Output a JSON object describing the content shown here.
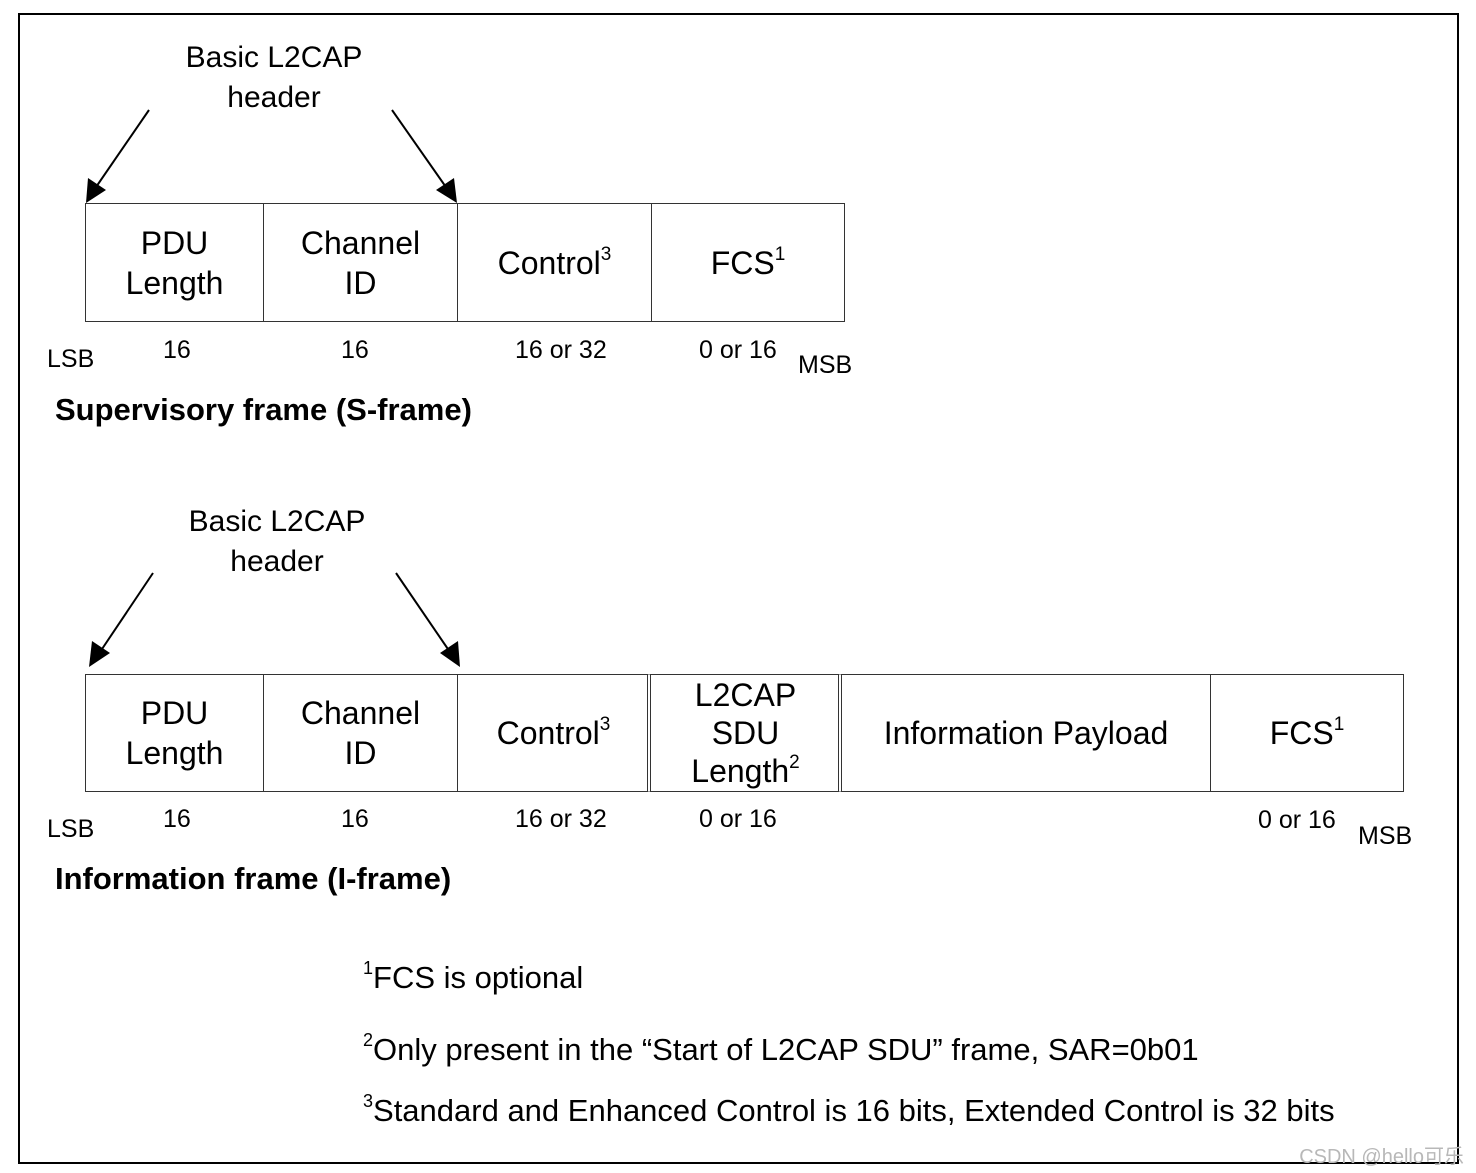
{
  "s_frame": {
    "header_label_line1": "Basic L2CAP",
    "header_label_line2": "header",
    "fields": [
      {
        "line1": "PDU",
        "line2": "Length",
        "sup": "",
        "bits": "16"
      },
      {
        "line1": "Channel",
        "line2": "ID",
        "sup": "",
        "bits": "16"
      },
      {
        "line1": "Control",
        "line2": "",
        "sup": "3",
        "bits": "16 or 32"
      },
      {
        "line1": "FCS",
        "line2": "",
        "sup": "1",
        "bits": "0 or 16"
      }
    ],
    "lsb": "LSB",
    "msb": "MSB",
    "title": "Supervisory frame (S-frame)"
  },
  "i_frame": {
    "header_label_line1": "Basic L2CAP",
    "header_label_line2": "header",
    "fields": [
      {
        "line1": "PDU",
        "line2": "Length",
        "line3": "",
        "sup": "",
        "bits": "16"
      },
      {
        "line1": "Channel",
        "line2": "ID",
        "line3": "",
        "sup": "",
        "bits": "16"
      },
      {
        "line1": "Control",
        "line2": "",
        "line3": "",
        "sup": "3",
        "bits": "16 or 32"
      },
      {
        "line1": "L2CAP",
        "line2": "SDU",
        "line3": "Length",
        "sup": "2",
        "bits": "0 or 16"
      },
      {
        "line1": "Information Payload",
        "line2": "",
        "line3": "",
        "sup": "",
        "bits": ""
      },
      {
        "line1": "FCS",
        "line2": "",
        "line3": "",
        "sup": "1",
        "bits": "0 or 16"
      }
    ],
    "lsb": "LSB",
    "msb": "MSB",
    "title": "Information frame (I-frame)"
  },
  "notes": [
    {
      "mark": "1",
      "text": "FCS is optional"
    },
    {
      "mark": "2",
      "text": "Only present in the “Start of L2CAP SDU” frame, SAR=0b01"
    },
    {
      "mark": "3",
      "text": "Standard and Enhanced Control is 16 bits, Extended Control is 32 bits"
    }
  ],
  "watermark": "CSDN @hello可乐"
}
